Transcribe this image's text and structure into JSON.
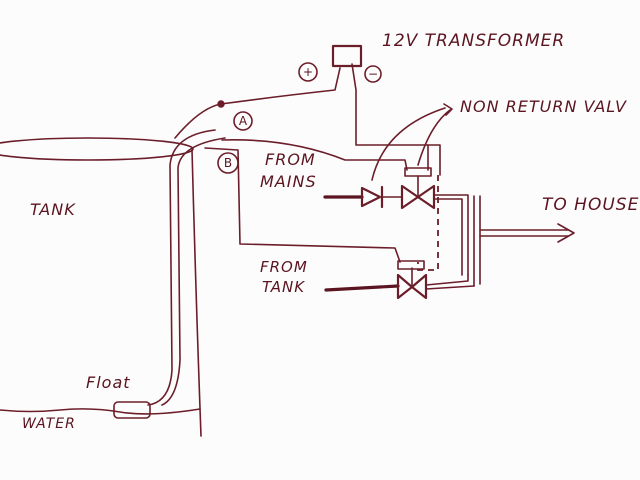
{
  "labels": {
    "transformer": "12V TRANSFORMER",
    "non_return_valve": "NON RETURN VALV",
    "from_mains_line1": "FROM",
    "from_mains_line2": "MAINS",
    "to_house": "TO HOUSE",
    "from_tank_line1": "FROM",
    "from_tank_line2": "TANK",
    "tank": "TANK",
    "float": "Float",
    "water": "WATER"
  },
  "terminals": {
    "positive": "+",
    "negative": "−",
    "a": "A",
    "b": "B"
  },
  "colors": {
    "ink": "#6b1e2a",
    "paper": "#fdfcfc"
  }
}
